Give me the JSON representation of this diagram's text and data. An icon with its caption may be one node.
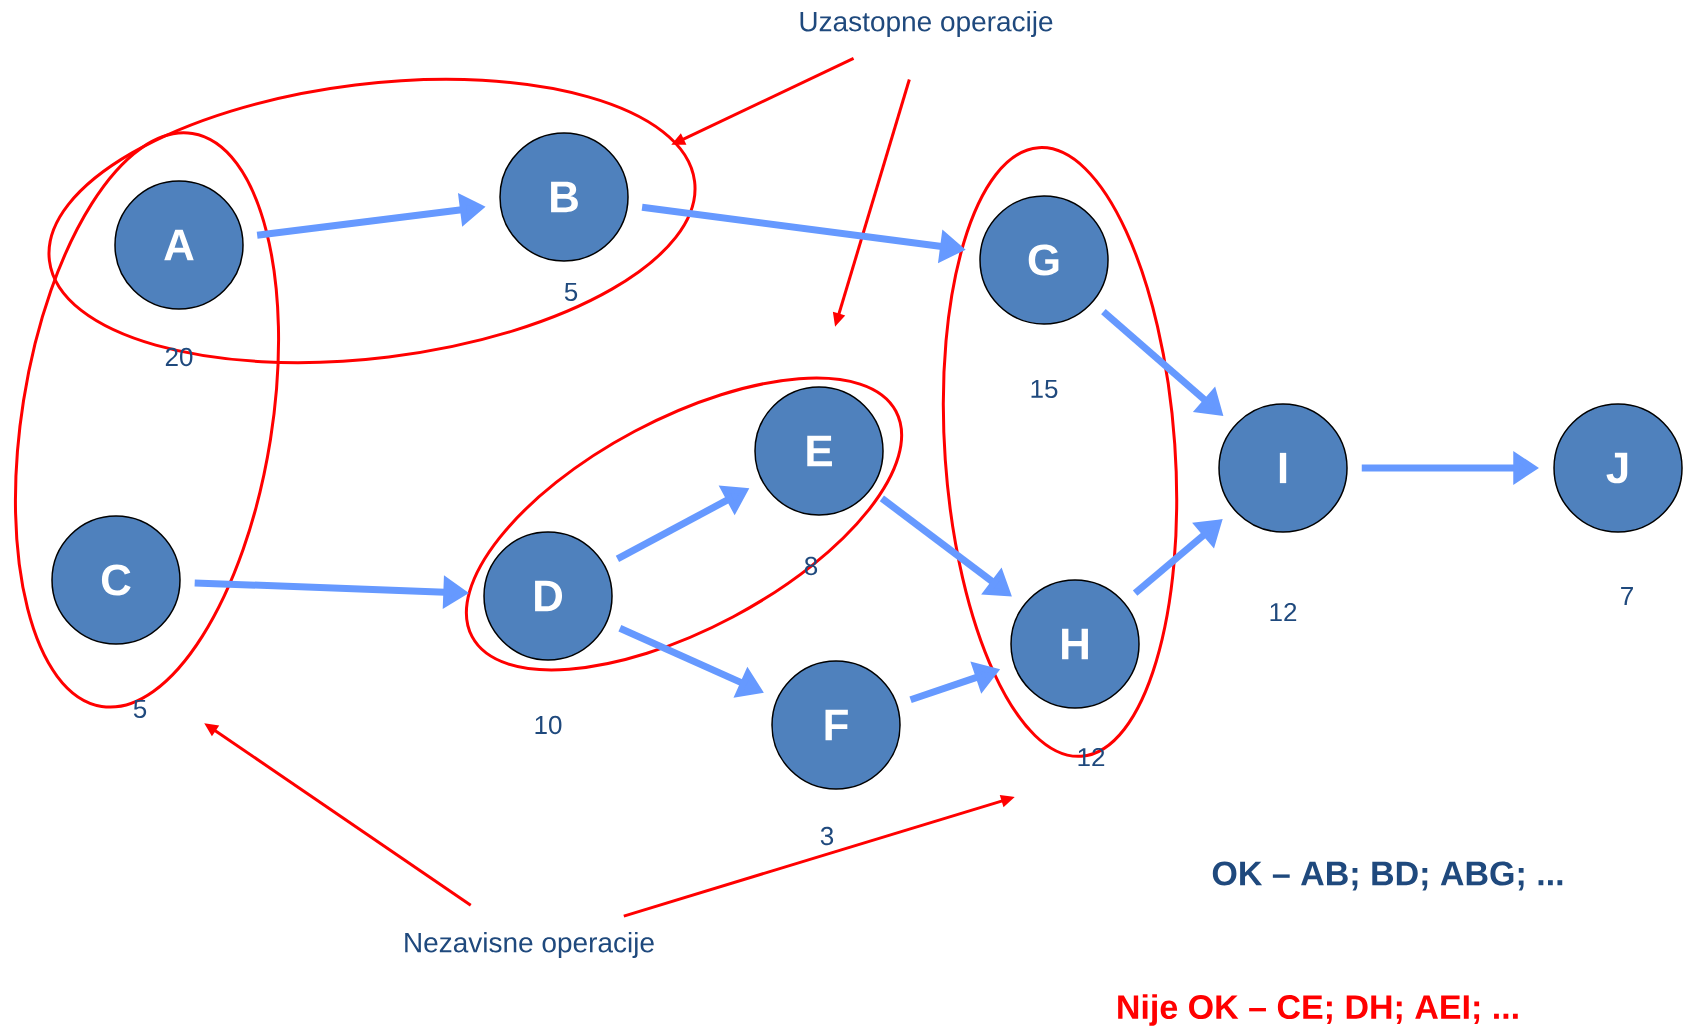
{
  "diagram": {
    "nodes": [
      {
        "text": [
          "Uzastopne operacije"
        ]
      },
      {
        "text": [
          "A"
        ],
        "beside": [
          "20"
        ]
      },
      {
        "text": [
          "B"
        ],
        "beside": [
          "5"
        ]
      },
      {
        "text": [
          "C"
        ],
        "beside": [
          "5"
        ]
      },
      {
        "text": [
          "D"
        ],
        "beside": [
          "10"
        ]
      },
      {
        "text": [
          "E"
        ],
        "beside": [
          "8"
        ]
      },
      {
        "text": [
          "F"
        ],
        "beside": [
          "3"
        ]
      },
      {
        "text": [
          "G"
        ],
        "beside": [
          "15"
        ]
      },
      {
        "text": [
          "H"
        ],
        "beside": [
          "12"
        ]
      },
      {
        "text": [
          "I"
        ],
        "beside": [
          "12"
        ]
      },
      {
        "text": [
          "J"
        ],
        "beside": [
          "7"
        ]
      },
      {
        "text": [
          "Nezavisne operacije"
        ]
      }
    ],
    "edges": [
      {
        "from": 0,
        "to": null,
        "arrow": "to",
        "color": "#ff0000"
      },
      {
        "from": 0,
        "to": null,
        "arrow": "to",
        "color": "#ff0000"
      },
      {
        "from": 11,
        "to": null,
        "arrow": "to",
        "color": "#ff0000"
      },
      {
        "from": 11,
        "to": null,
        "arrow": "to",
        "color": "#ff0000"
      },
      {
        "from": 1,
        "to": 2,
        "arrow": "to"
      },
      {
        "from": 2,
        "to": 7,
        "arrow": "to"
      },
      {
        "from": 3,
        "to": 4,
        "arrow": "to"
      },
      {
        "from": 4,
        "to": 5,
        "arrow": "to"
      },
      {
        "from": 4,
        "to": 6,
        "arrow": "to"
      },
      {
        "from": 5,
        "to": 8,
        "arrow": "to"
      },
      {
        "from": 6,
        "to": 8,
        "arrow": "to"
      },
      {
        "from": 7,
        "to": 9,
        "arrow": "to"
      },
      {
        "from": 8,
        "to": 9,
        "arrow": "to"
      },
      {
        "from": 9,
        "to": 10,
        "arrow": "to"
      }
    ],
    "labels": [
      "OK – AB; BD; ABG; ...",
      "Nije OK – CE; DH; AEI; ..."
    ]
  }
}
